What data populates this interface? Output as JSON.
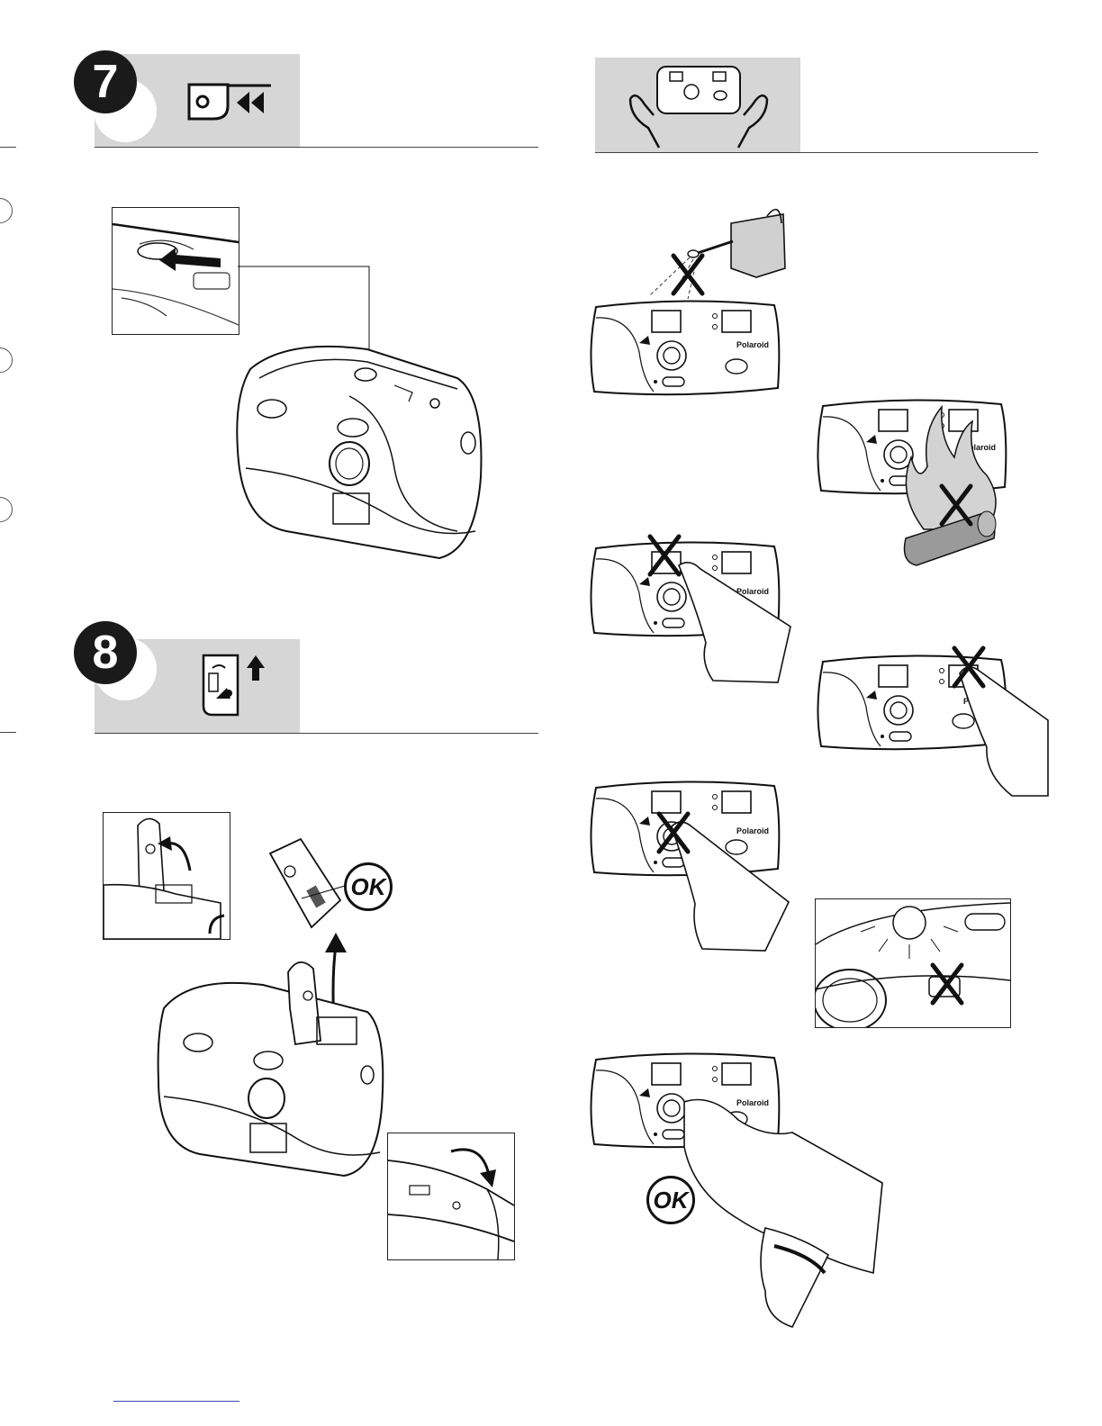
{
  "page": {
    "background": "#ffffff",
    "header_color": "#d6d6d6",
    "line_color": "#222222"
  },
  "step7": {
    "number": "7",
    "icon": "film-rewind-icon"
  },
  "step8": {
    "number": "8",
    "icon": "battery-door-open-icon"
  },
  "care": {
    "icon": "hands-holding-camera-icon"
  },
  "labels": {
    "ok_battery": "OK",
    "ok_cleaning": "OK",
    "brand": "Polaroid"
  },
  "cross_mark": "X"
}
